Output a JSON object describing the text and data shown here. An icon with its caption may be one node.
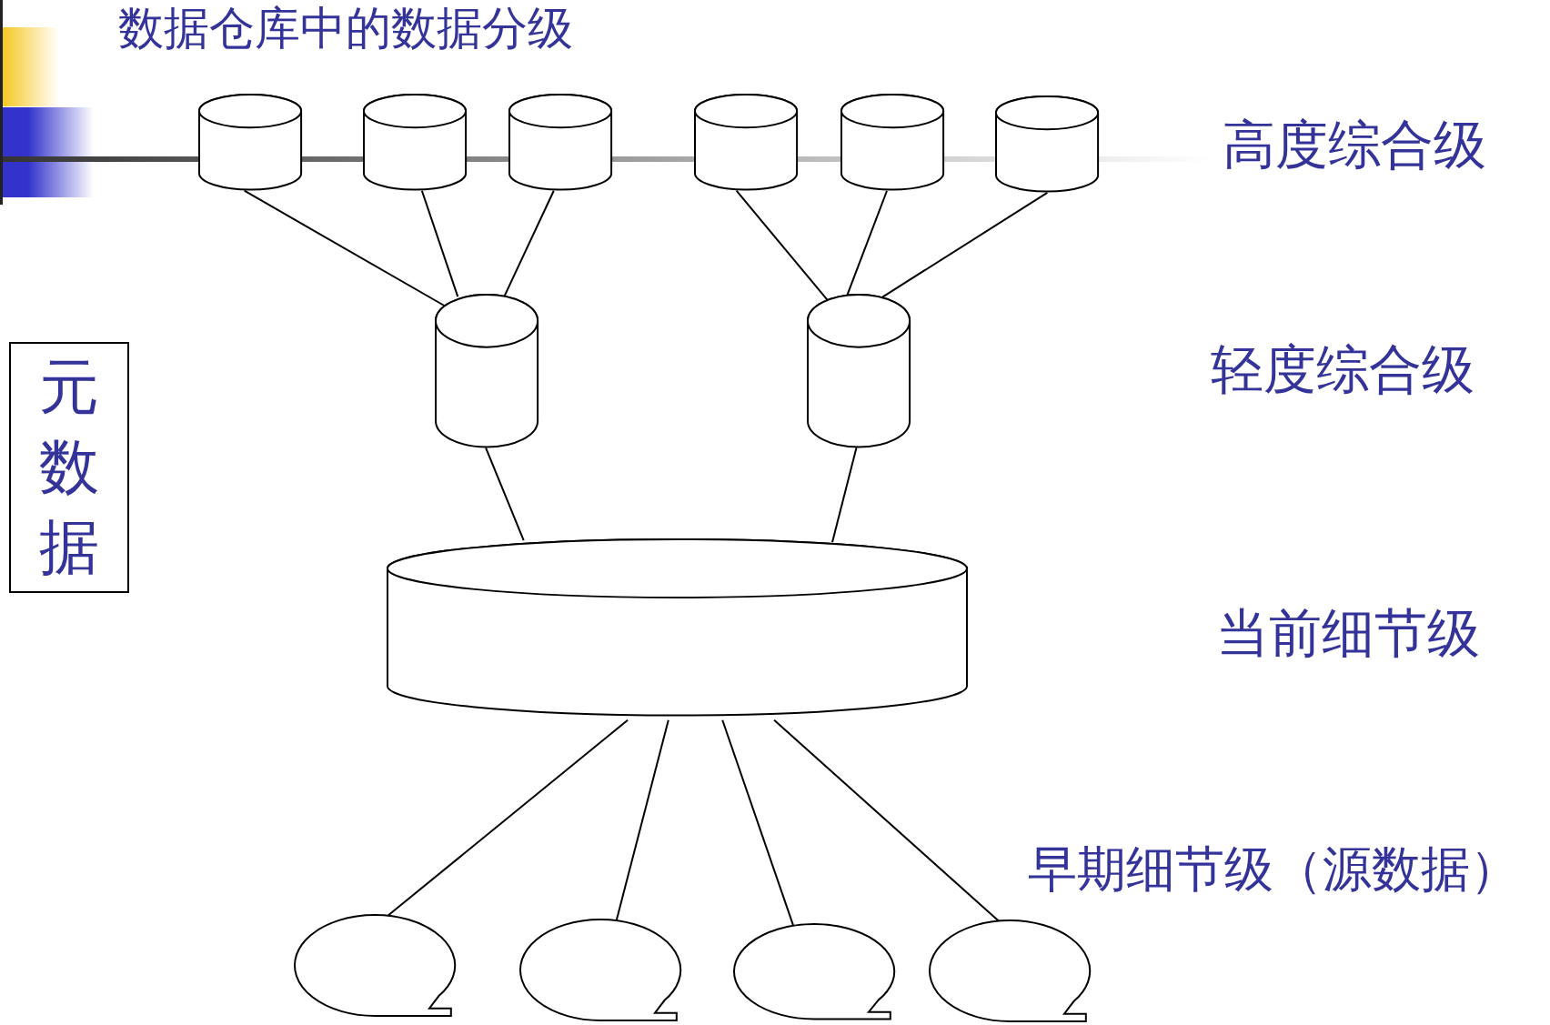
{
  "diagram": {
    "title": "数据仓库中的数据分级",
    "nodes": [
      {
        "text": [],
        "shape": "cylinder"
      },
      {
        "text": [],
        "shape": "cylinder"
      },
      {
        "text": [],
        "shape": "cylinder"
      },
      {
        "text": [],
        "shape": "cylinder"
      },
      {
        "text": [],
        "shape": "cylinder"
      },
      {
        "text": [],
        "shape": "cylinder"
      },
      {
        "text": [],
        "shape": "cylinder"
      },
      {
        "text": [],
        "shape": "cylinder"
      },
      {
        "text": [],
        "shape": "cylinder"
      },
      {
        "text": [],
        "shape": "tape"
      },
      {
        "text": [],
        "shape": "tape"
      },
      {
        "text": [],
        "shape": "tape"
      },
      {
        "text": [],
        "shape": "tape"
      },
      {
        "text": [
          "元数据"
        ]
      }
    ],
    "edges": [
      {
        "from": 0,
        "to": 6,
        "arrow": "none"
      },
      {
        "from": 1,
        "to": 6,
        "arrow": "none"
      },
      {
        "from": 2,
        "to": 6,
        "arrow": "none"
      },
      {
        "from": 3,
        "to": 7,
        "arrow": "none"
      },
      {
        "from": 4,
        "to": 7,
        "arrow": "none"
      },
      {
        "from": 5,
        "to": 7,
        "arrow": "none"
      },
      {
        "from": 6,
        "to": 8,
        "arrow": "none"
      },
      {
        "from": 7,
        "to": 8,
        "arrow": "none"
      },
      {
        "from": 8,
        "to": 9,
        "arrow": "none"
      },
      {
        "from": 8,
        "to": 10,
        "arrow": "none"
      },
      {
        "from": 8,
        "to": 11,
        "arrow": "none"
      },
      {
        "from": 8,
        "to": 12,
        "arrow": "none"
      }
    ],
    "labels": [
      "高度综合级",
      "轻度综合级",
      "当前细节级",
      "早期细节级（源数据）"
    ]
  }
}
